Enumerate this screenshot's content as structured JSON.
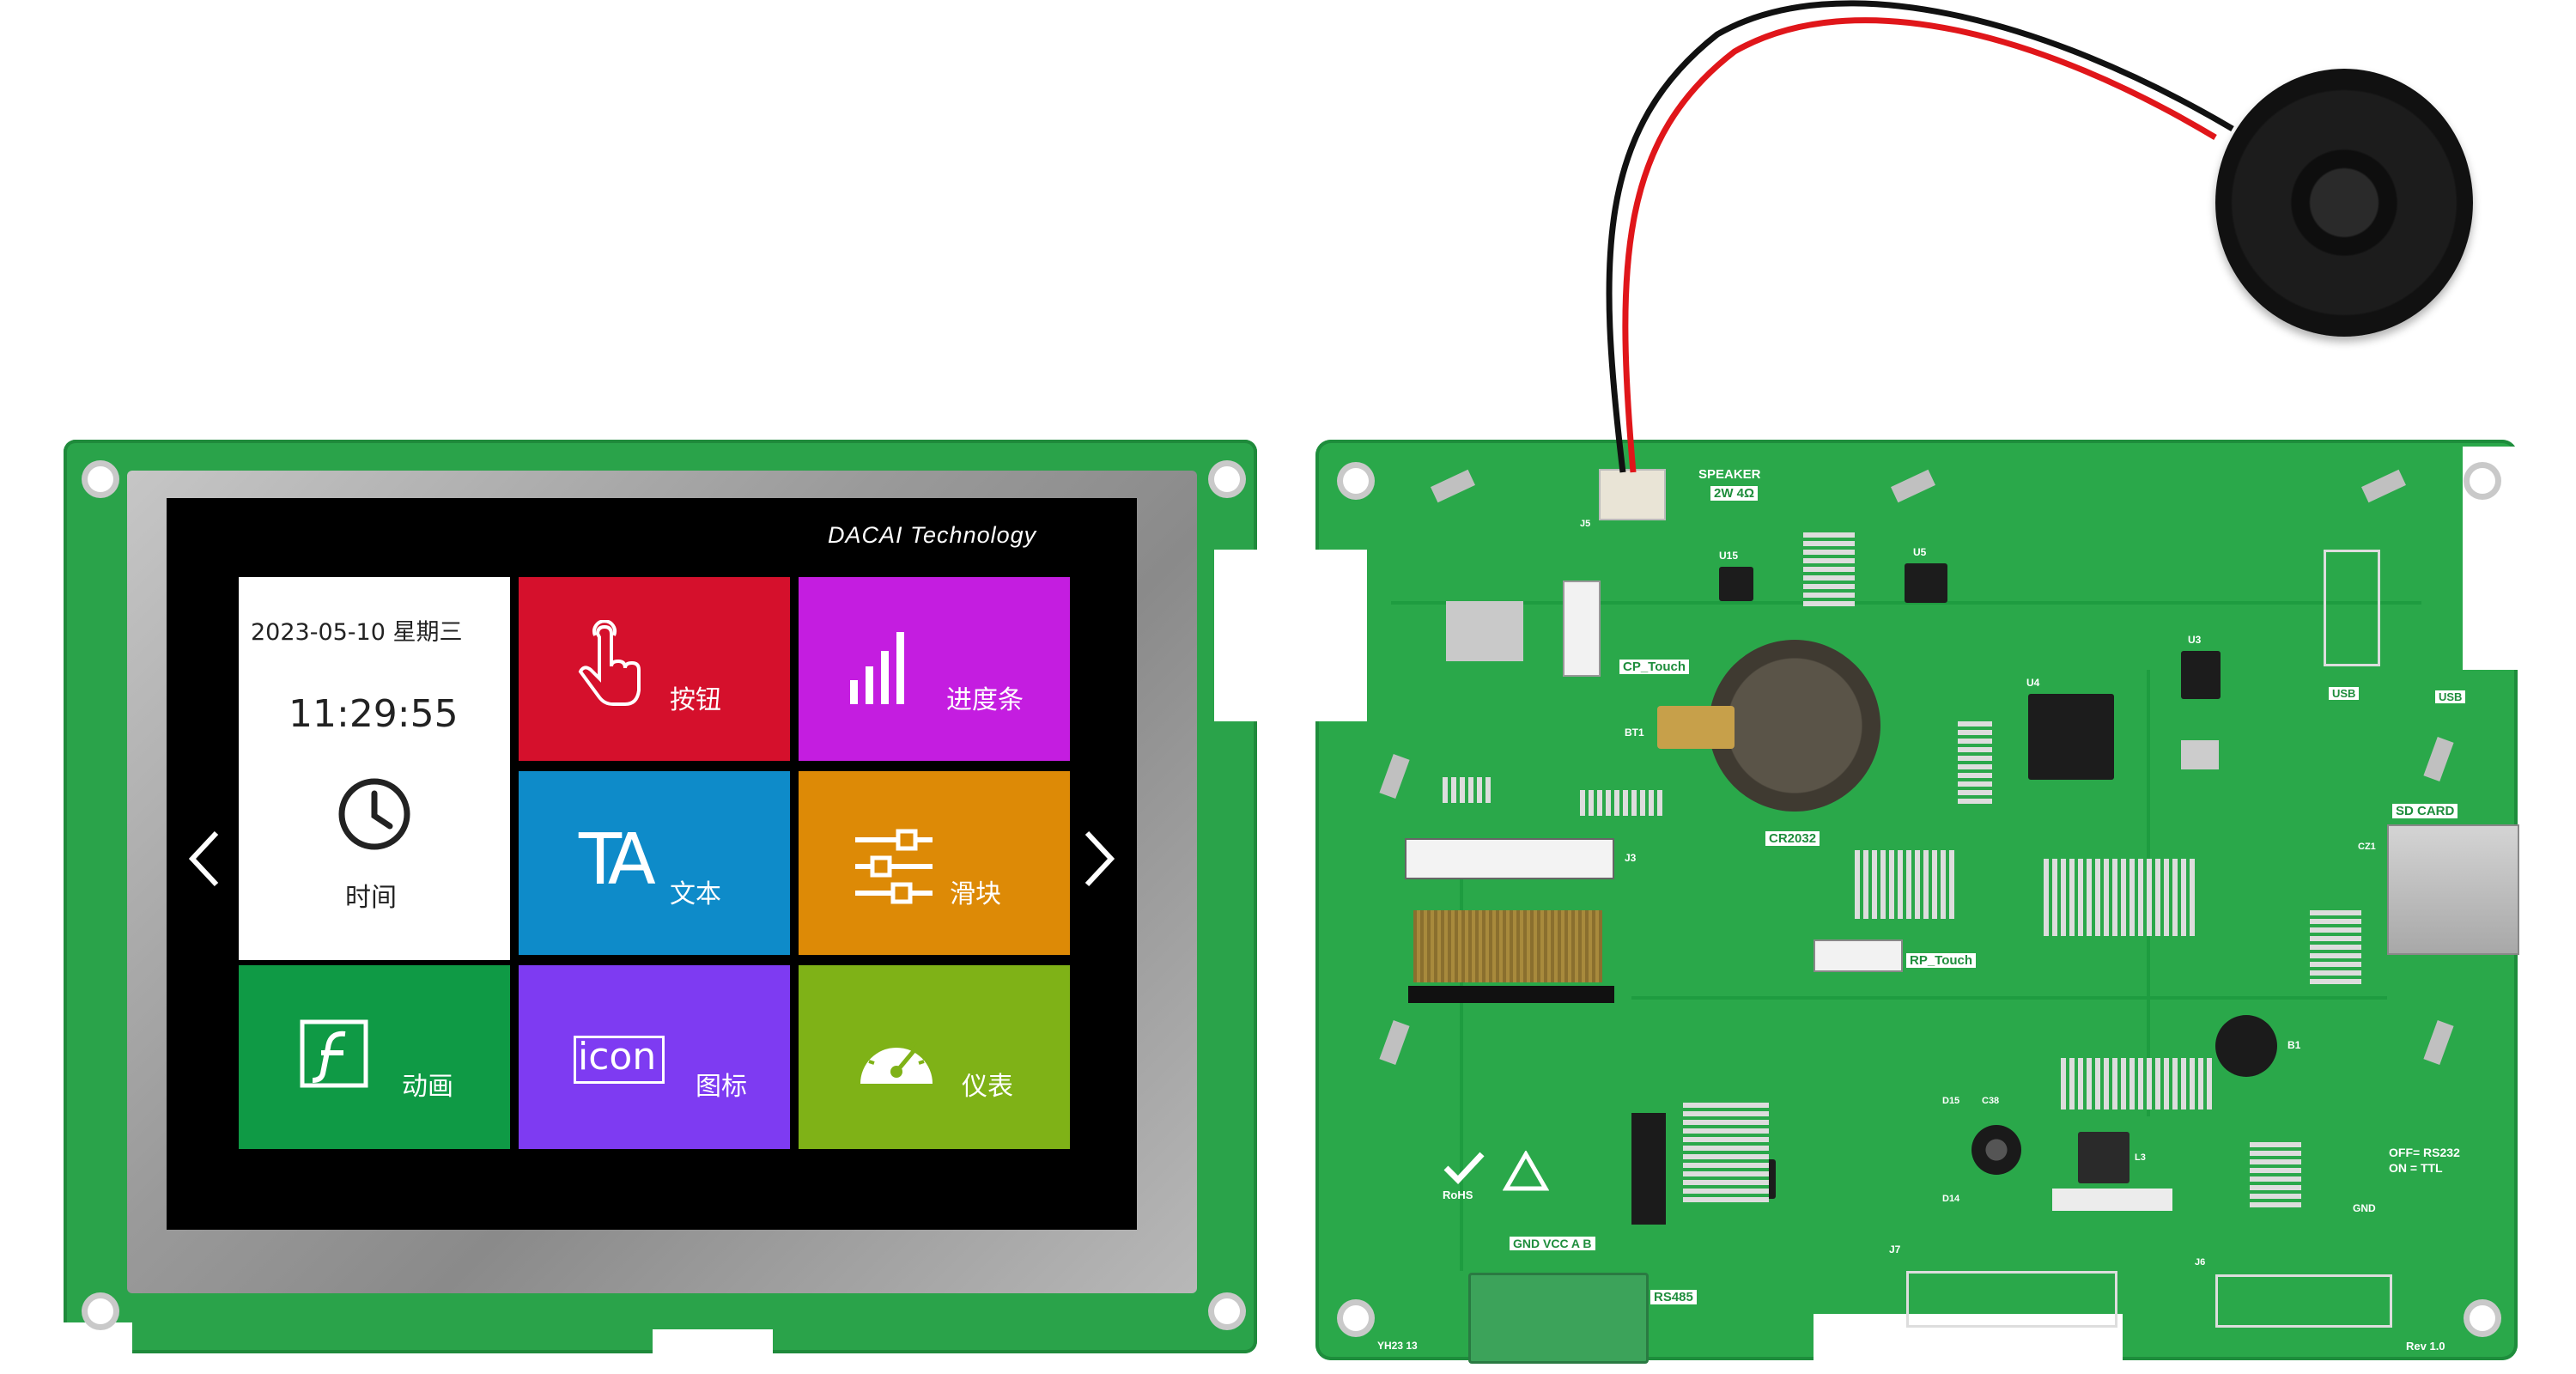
{
  "screen": {
    "brand": "DACAI Technology",
    "date": "2023-05-10 星期三",
    "time": "11:29:55",
    "tiles": {
      "clock": "时间",
      "button": "按钮",
      "progress": "进度条",
      "text": "文本",
      "text_icon": "TA",
      "slider": "滑块",
      "animation": "动画",
      "icon": "图标",
      "icon_word": "icon",
      "gauge": "仪表"
    },
    "colors": {
      "button": "#d5102c",
      "progress": "#c41de0",
      "text": "#0e8bc9",
      "slider": "#dd8a06",
      "animation": "#0f9a45",
      "icon": "#7e3bf2",
      "gauge": "#7fb217"
    }
  },
  "board": {
    "labels": {
      "speaker": "SPEAKER",
      "speaker_spec": "2W 4Ω",
      "cp_touch": "CP_Touch",
      "rp_touch": "RP_Touch",
      "battery": "CR2032",
      "sd": "SD CARD",
      "usb": "USB",
      "usb2": "USB",
      "rs485": "RS485",
      "pins": "GND VCC  A   B",
      "rohs": "RoHS",
      "rev": "Rev 1.0",
      "serial_mode_1": "OFF= RS232",
      "serial_mode_2": "ON = TTL",
      "batch": "YH23 13",
      "gnd": "GND",
      "j3": "J3",
      "j7": "J7",
      "j5": "J5",
      "bt1": "BT1",
      "u3": "U3",
      "u4": "U4",
      "u5": "U5",
      "u15": "U15",
      "b1": "B1",
      "l3": "L3",
      "d14": "D14",
      "d15": "D15",
      "c38": "C38",
      "j6": "J6",
      "cz1": "CZ1"
    }
  }
}
